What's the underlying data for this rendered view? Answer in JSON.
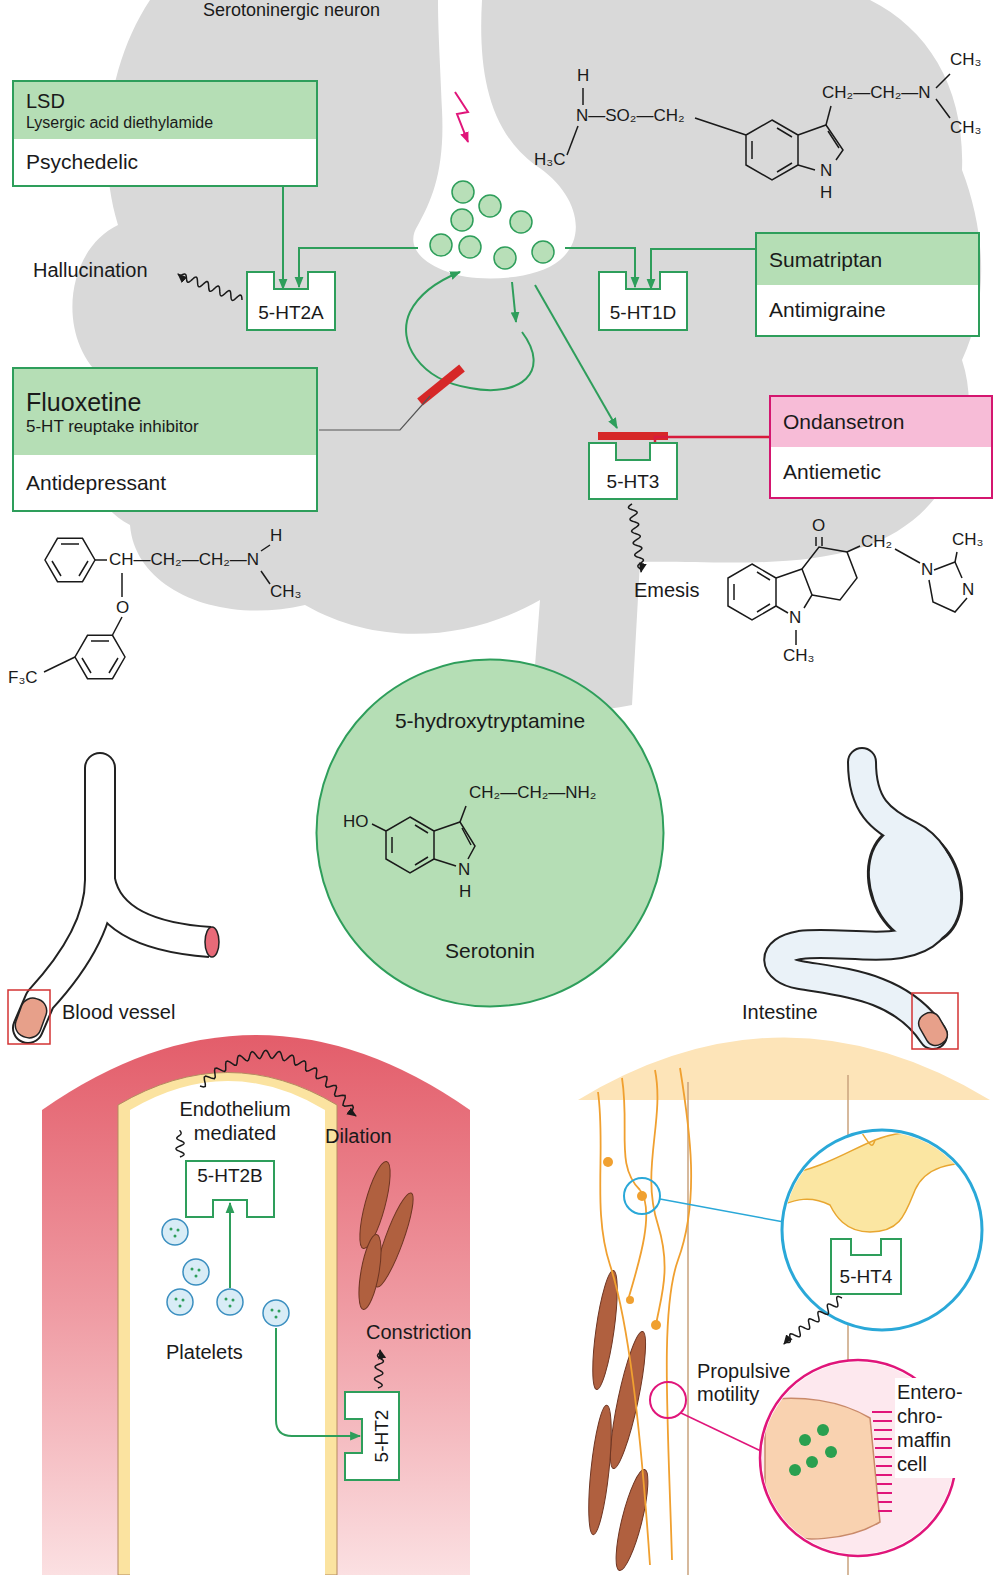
{
  "diagram": {
    "nodes": [
      {
        "text": [
          "LSD",
          "Lysergic acid diethylamide",
          "Psychedelic"
        ]
      },
      {
        "text": [
          "Sumatriptan",
          "Antimigraine"
        ]
      },
      {
        "text": [
          "5-HT2A"
        ]
      },
      {
        "text": [
          "5-HT1D"
        ]
      },
      {
        "text": [
          "Fluoxetine",
          "5-HT reuptake inhibitor",
          "Antidepressant"
        ]
      },
      {
        "text": [
          "Ondansetron",
          "Antiemetic"
        ]
      },
      {
        "text": [
          "5-HT3"
        ]
      },
      {
        "text": [
          "5-hydroxytryptamine",
          "Serotonin"
        ]
      },
      {
        "text": [
          "5-HT2B"
        ]
      },
      {
        "text": [
          "5-HT4"
        ]
      },
      {
        "text": [
          "5-HT2"
        ]
      }
    ],
    "edges": [
      {
        "from": 0,
        "to": 2,
        "arrow": "to"
      },
      {
        "from": 1,
        "to": 3,
        "arrow": "to"
      },
      {
        "from": 5,
        "to": 6,
        "arrow": "none"
      }
    ],
    "labels": [
      "Serotoninergic neuron",
      "H",
      "CH₃",
      "CH₂—CH₂—N",
      "N—SO₂—CH₂",
      "CH₃",
      "H₃C",
      "N",
      "H",
      "Hallucination",
      "H",
      "CH—CH₂—CH₂—N",
      "CH₃",
      "O",
      "F₃C",
      "O",
      "CH₂",
      "CH₃",
      "N",
      "N",
      "N",
      "CH₃",
      "Emesis",
      "CH₂—CH₂—NH₂",
      "HO",
      "N",
      "H",
      "Blood vessel",
      "Intestine",
      "Endothelium mediated",
      "Dilation",
      "Platelets",
      "Constriction",
      "Propulsive motility",
      "Entero- chro- maffin cell"
    ]
  }
}
